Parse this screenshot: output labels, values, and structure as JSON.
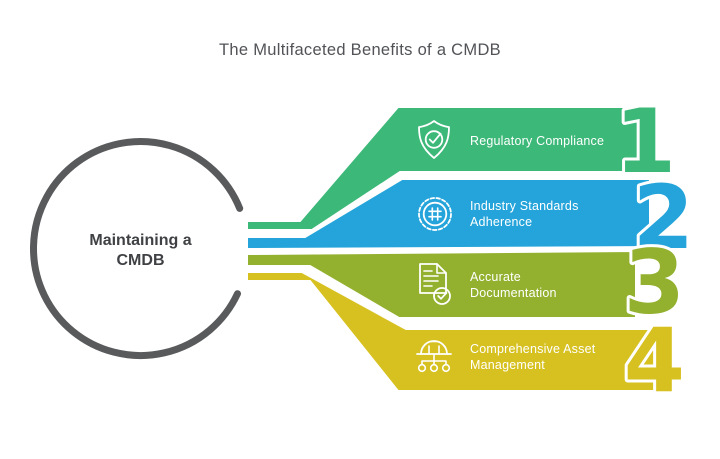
{
  "title": "The Multifaceted Benefits of a CMDB",
  "center": {
    "line1": "Maintaining a",
    "line2": "CMDB"
  },
  "items": [
    {
      "number": "1",
      "label": "Regulatory Compliance",
      "color": "#3cb878",
      "icon": "shield-check-icon"
    },
    {
      "number": "2",
      "label": "Industry Standards Adherence",
      "color": "#24a4da",
      "icon": "badge-hash-icon"
    },
    {
      "number": "3",
      "label": "Accurate Documentation",
      "color": "#93b12f",
      "icon": "document-check-icon"
    },
    {
      "number": "4",
      "label": "Comprehensive Asset Management",
      "color": "#d7c120",
      "icon": "hardhat-hierarchy-icon"
    }
  ],
  "colors": {
    "background": "#ffffff",
    "circle_stroke": "#595a5c",
    "title_text": "#515357",
    "center_text": "#3f4144",
    "banner_text": "#ffffff"
  }
}
